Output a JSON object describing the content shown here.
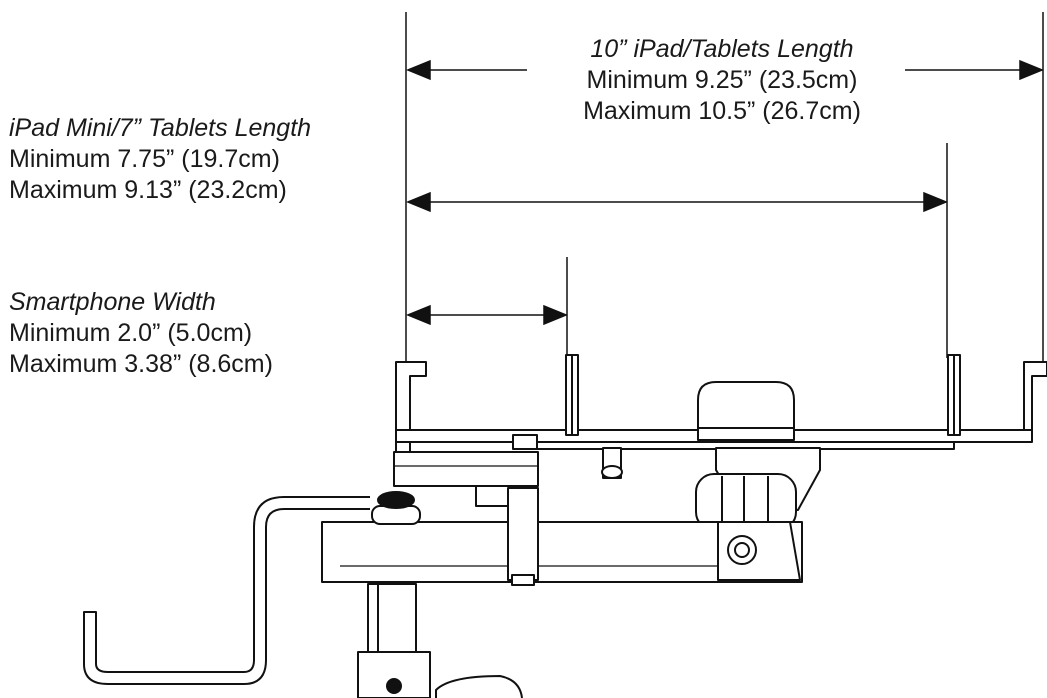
{
  "tablet_10": {
    "title": "10” iPad/Tablets Length",
    "minimum": "Minimum 9.25” (23.5cm)",
    "maximum": "Maximum 10.5” (26.7cm)"
  },
  "tablet_7": {
    "title": "iPad Mini/7” Tablets Length",
    "minimum": "Minimum 7.75” (19.7cm)",
    "maximum": "Maximum 9.13”  (23.2cm)"
  },
  "smartphone": {
    "title": "Smartphone Width",
    "minimum": "Minimum 2.0” (5.0cm)",
    "maximum": "Maximum 3.38” (8.6cm)"
  },
  "colors": {
    "line": "#111111",
    "text": "#1a1a1a",
    "background": "#ffffff"
  }
}
